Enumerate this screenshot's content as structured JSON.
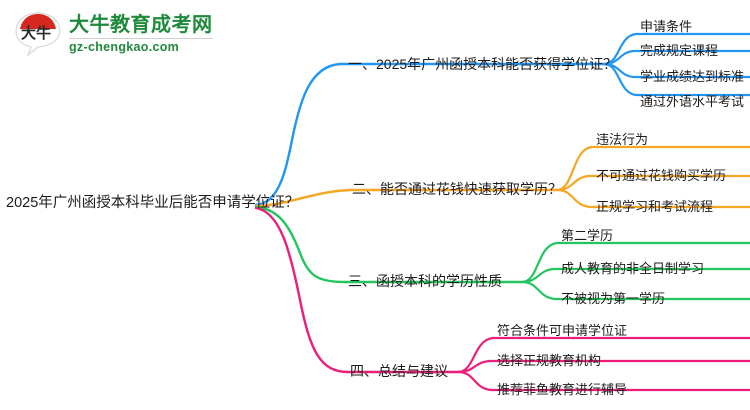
{
  "logo": {
    "name": "大牛教育成考网",
    "domain": "gz-chengkao.com",
    "mark_text": "大牛",
    "brand_green": "#1f8a3b",
    "brand_red": "#d6281f"
  },
  "mindmap": {
    "root": {
      "label": "2025年广州函授本科毕业后能否申请学位证？"
    },
    "branches": [
      {
        "label": "一、2025年广州函授本科能否获得学位证？",
        "color": "#2196f3",
        "children": [
          {
            "label": "申请条件"
          },
          {
            "label": "完成规定课程"
          },
          {
            "label": "学业成绩达到标准"
          },
          {
            "label": "通过外语水平考试"
          }
        ]
      },
      {
        "label": "二、能否通过花钱快速获取学历？",
        "color": "#f5a623",
        "children": [
          {
            "label": "违法行为"
          },
          {
            "label": "不可通过花钱购买学历"
          },
          {
            "label": "正规学习和考试流程"
          }
        ]
      },
      {
        "label": "三、函授本科的学历性质",
        "color": "#22c55e",
        "children": [
          {
            "label": "第二学历"
          },
          {
            "label": "成人教育的非全日制学习"
          },
          {
            "label": "不被视为第一学历"
          }
        ]
      },
      {
        "label": "四、总结与建议",
        "color": "#ec1e79",
        "children": [
          {
            "label": "符合条件可申请学位证"
          },
          {
            "label": "选择正规教育机构"
          },
          {
            "label": "推荐菲鱼教育进行辅导"
          }
        ]
      }
    ]
  }
}
